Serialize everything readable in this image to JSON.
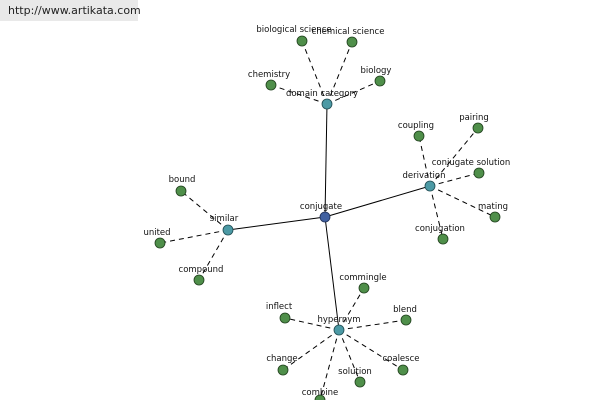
{
  "watermark": "http://www.artikata.com",
  "colors": {
    "leaf": "#4f8f4a",
    "hub": "#4c9aa5",
    "center": "#4060a0"
  },
  "graph": {
    "center": "conjugate",
    "hubs": {
      "domain_category": "domain category",
      "derivation": "derivation",
      "similar": "similar",
      "hypernym": "hypernym"
    },
    "leaves": {
      "biological_science": "biological science",
      "chemical_science": "chemical science",
      "chemistry": "chemistry",
      "biology": "biology",
      "coupling": "coupling",
      "pairing": "pairing",
      "conjugate_solution": "conjugate solution",
      "mating": "mating",
      "conjugation": "conjugation",
      "bound": "bound",
      "united": "united",
      "compound": "compound",
      "commingle": "commingle",
      "inflect": "inflect",
      "blend": "blend",
      "change": "change",
      "coalesce": "coalesce",
      "solution": "solution",
      "combine": "combine"
    }
  }
}
